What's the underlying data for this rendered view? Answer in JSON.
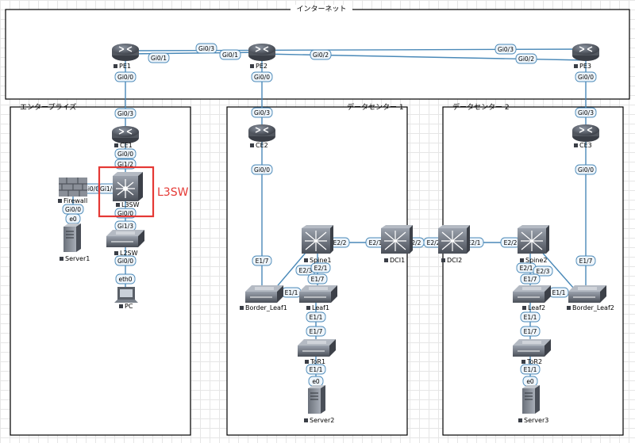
{
  "zones": {
    "internet": "インターネット",
    "enterprise": "エンタープライズ",
    "dc1": "データセンター 1",
    "dc2": "データセンター 2"
  },
  "nodes": {
    "PE1": "PE1",
    "PE2": "PE2",
    "PE3": "PE3",
    "CE1": "CE1",
    "CE2": "CE2",
    "CE3": "CE3",
    "Firewall": "Firewall",
    "L3SW": "L3SW",
    "L2SW": "L2SW",
    "Server1": "Server1",
    "PC": "PC",
    "Spine1": "Spine1",
    "DCI1": "DCI1",
    "DCI2": "DCI2",
    "Spine2": "Spine2",
    "Border_Leaf1": "Border_Leaf1",
    "Leaf1": "Leaf1",
    "ToR1": "ToR1",
    "Server2": "Server2",
    "Leaf2": "Leaf2",
    "Border_Leaf2": "Border_Leaf2",
    "ToR2": "ToR2",
    "Server3": "Server3"
  },
  "interfaces": {
    "pe1_gi01": "Gi0/1",
    "pe1_gi03": "Gi0/3",
    "pe1_gi00": "Gi0/0",
    "pe2_gi01": "Gi0/1",
    "pe2_gi02": "Gi0/2",
    "pe2_gi00": "Gi0/0",
    "pe3_gi03": "Gi0/3",
    "pe3_gi02": "Gi0/2",
    "pe3_gi00": "Gi0/0",
    "ce1_gi03": "Gi0/3",
    "ce1_gi00": "Gi0/0",
    "l3sw_gi12": "Gi1/2",
    "fw_gi00": "Gi0/0",
    "l3sw_gi10": "Gi1/0",
    "fw_gi00b": "Gi0/0",
    "srv1_e0": "e0",
    "l3sw_gi00": "Gi0/0",
    "l3sw_gi13": "Gi1/3",
    "l2sw_gi00": "Gi0/0",
    "pc_eth0": "eth0",
    "ce2_gi03": "Gi0/3",
    "ce2_gi00": "Gi0/0",
    "bl1_e17": "E1/7",
    "spine1_e22": "E2/2",
    "dci1_e21": "E2/1",
    "spine1_e23": "E2/3",
    "spine1_e21": "E2/1",
    "leaf1_e11": "E1/1",
    "leaf1_e17": "E1/7",
    "leaf1_e11b": "E1/1",
    "tor1_e17": "E1/7",
    "tor1_e11": "E1/1",
    "srv2_e0": "e0",
    "dci1_e22": "E2/2",
    "dci2_e22": "E2/2",
    "dci2_e21": "E2/1",
    "spine2_e22": "E2/2",
    "spine2_e21": "E2/1",
    "spine2_e23": "E2/3",
    "leaf2_e17": "E1/7",
    "leaf2_e11": "E1/1",
    "ce3_gi03": "Gi0/3",
    "ce3_gi00": "Gi0/0",
    "bl2_e17": "E1/7",
    "leaf2_e11b": "E1/1",
    "tor2_e17": "E1/7",
    "tor2_e11": "E1/1",
    "srv3_e0": "e0"
  },
  "annotation": {
    "label": "L3SW",
    "color": "#e53935"
  },
  "colors": {
    "link": "#4a89b8",
    "device_dark": "#3c4048",
    "device_light": "#7a8290",
    "label_fill": "#eef5fb"
  }
}
